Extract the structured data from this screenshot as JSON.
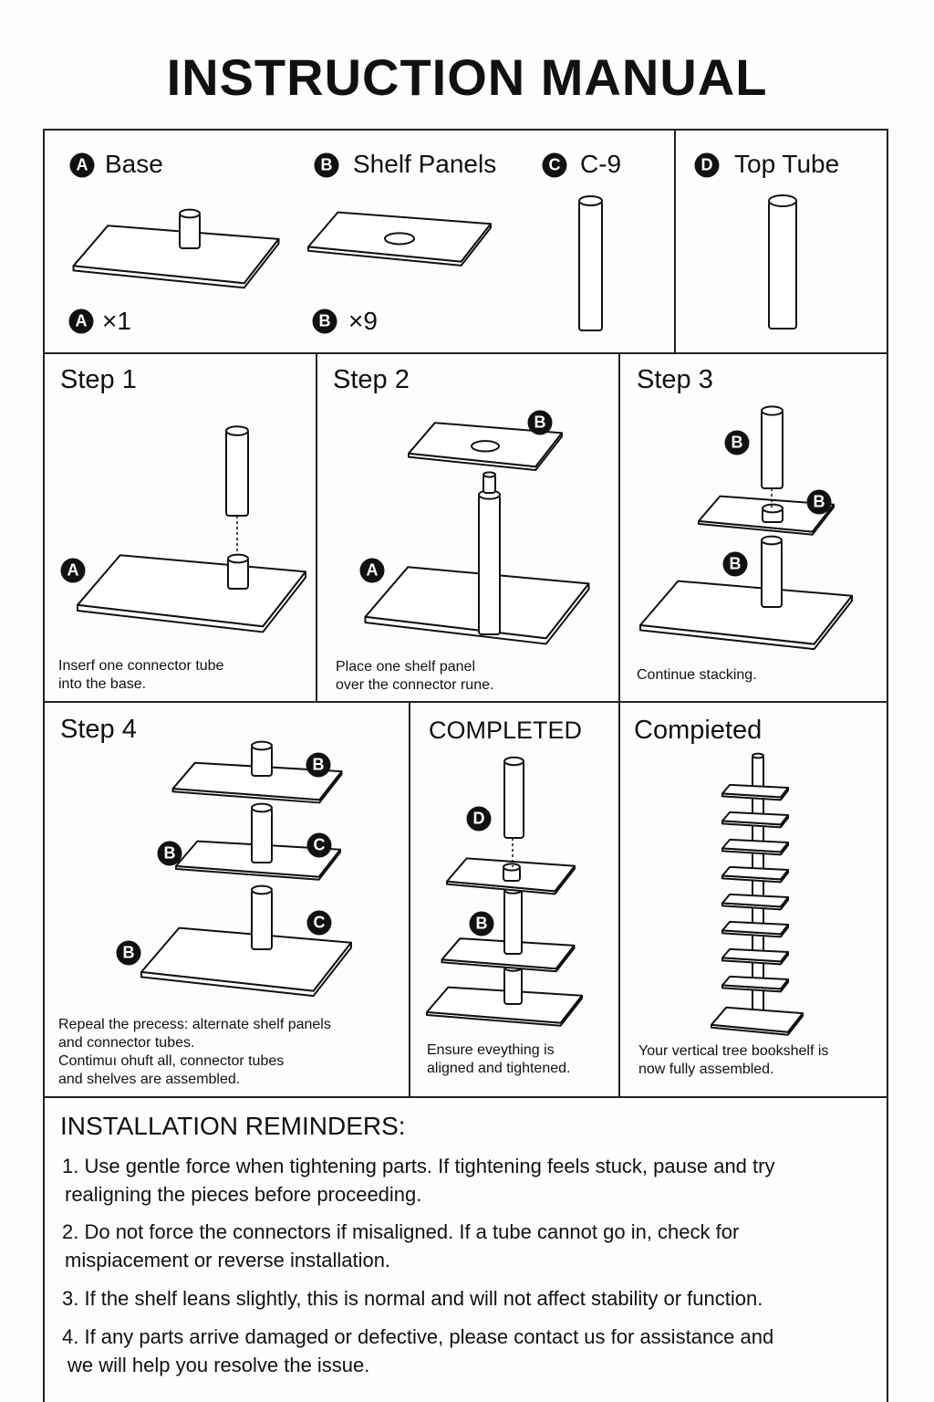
{
  "title": "INSTRUCTION MANUAL",
  "letters": {
    "A": "A",
    "B": "B",
    "C": "C",
    "D": "D"
  },
  "parts": {
    "A": {
      "name": "Base",
      "qty": "×1"
    },
    "B": {
      "name": "Shelf Panels",
      "qty": "×9"
    },
    "C": {
      "name": "C-9"
    },
    "D": {
      "name": "Top Tube"
    }
  },
  "steps": [
    {
      "title": "Step 1",
      "caption": [
        "Inserf one connector tube",
        "into the base."
      ]
    },
    {
      "title": "Step 2",
      "caption": [
        "Place one shelf panel",
        "over the connector rune."
      ]
    },
    {
      "title": "Step 3",
      "caption": [
        "Continue stacking."
      ]
    },
    {
      "title": "Step 4",
      "caption": [
        "Repeal the precess: alternate shelf panels",
        "and connector tubes.",
        "Contimuı ohuft all, connector tubes",
        "and shelves are assembled."
      ]
    },
    {
      "title": "COMPLETED",
      "caption": [
        "Ensure eveything is",
        "aligned and tightened."
      ]
    },
    {
      "title": "Compieted",
      "caption": [
        "Your vertical tree bookshelf is",
        "now fully assembled."
      ]
    }
  ],
  "reminders": {
    "title": "INSTALLATION REMINDERS:",
    "items": [
      [
        "1. Use gentle force when tightening parts. If tightening feels stuck, pause and try",
        "realigning the pieces before proceeding."
      ],
      [
        "2. Do not force the connectors if misaligned. If a tube cannot go in, check for",
        "mispiacement or reverse installation."
      ],
      [
        "3. If the shelf leans slightly, this is normal and will not affect stability or function."
      ],
      [
        "4. If any parts arrive damaged or defective, please contact us for assistance and",
        "we will help you resolve the issue."
      ]
    ]
  }
}
